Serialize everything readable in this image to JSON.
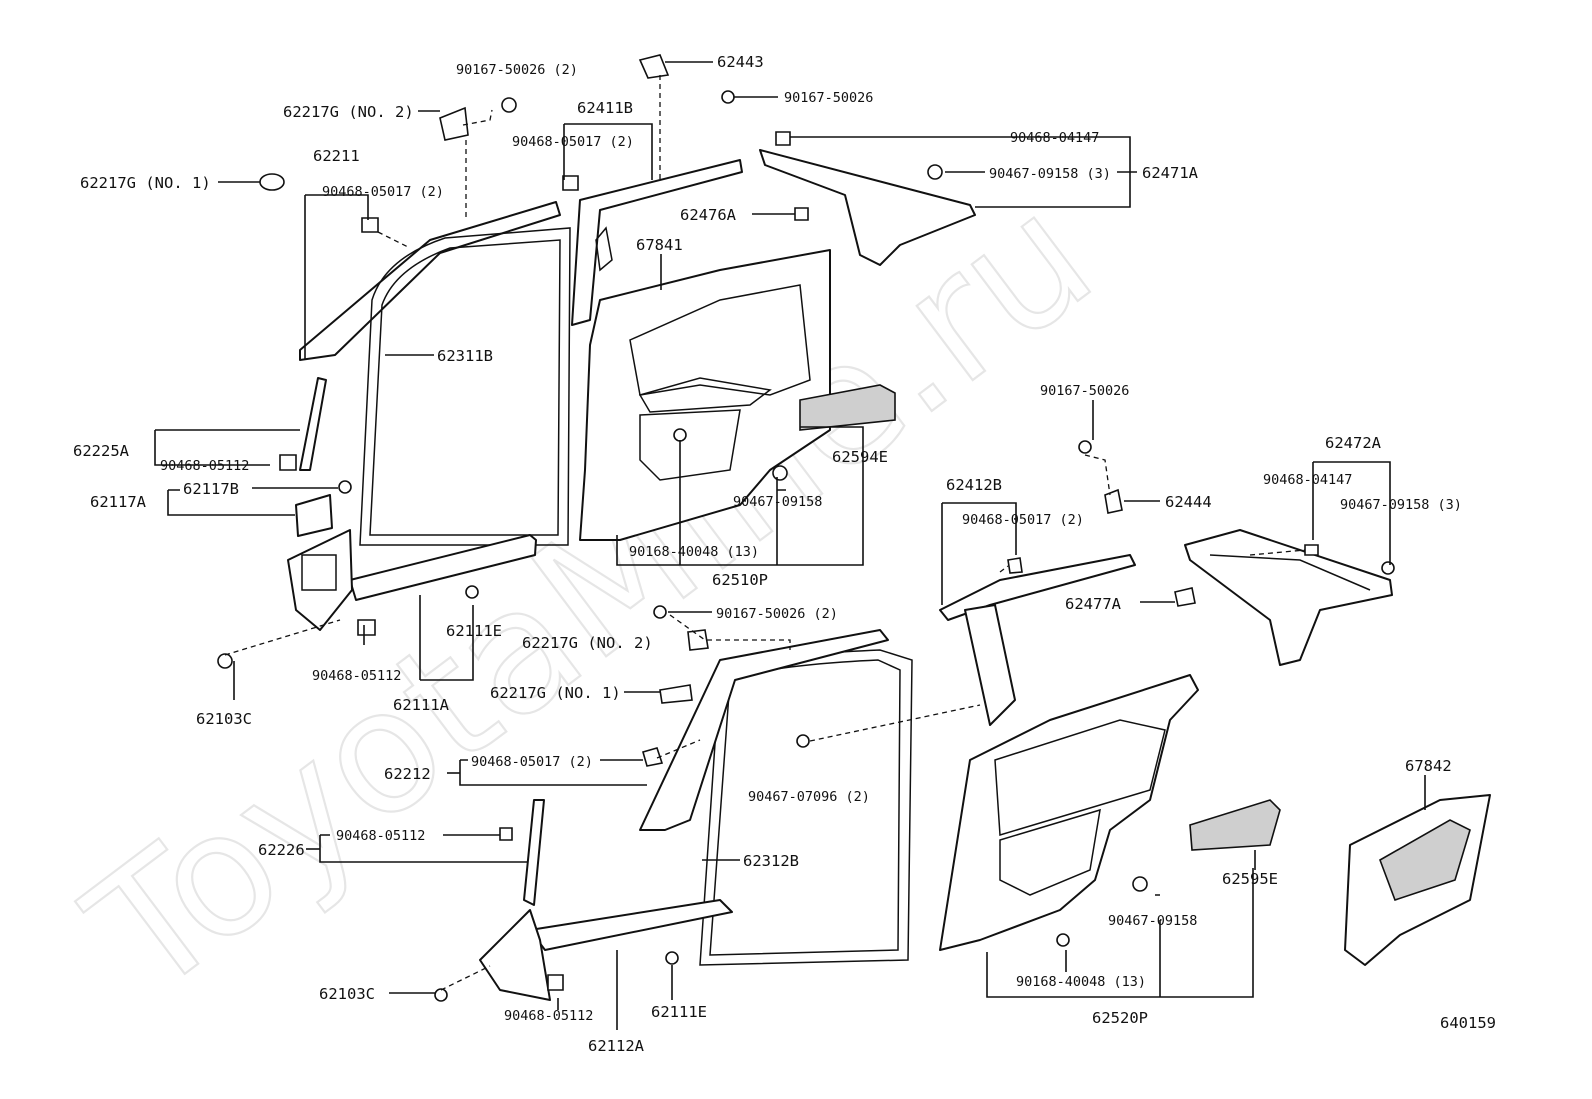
{
  "watermark": "ToyotaMine.ru",
  "figure_code": "640159",
  "labels": {
    "l62443": "62443",
    "l90167_50026_2_top": "90167-50026 (2)",
    "l90167_50026_top": "90167-50026",
    "l62217G_no2_top": "62217G (NO. 2)",
    "l62411B": "62411B",
    "l90468_05017_2_a": "90468-05017 (2)",
    "l90468_04147_a": "90468-04147",
    "l62211": "62211",
    "l62217G_no1_top": "62217G (NO. 1)",
    "l90468_05017_2_b": "90468-05017 (2)",
    "l90467_09158_3_a": "90467-09158 (3)",
    "l62471A": "62471A",
    "l62476A": "62476A",
    "l67841": "67841",
    "l62311B": "62311B",
    "l90167_50026_mid": "90167-50026",
    "l62225A": "62225A",
    "l90468_05112_a": "90468-05112",
    "l62594E": "62594E",
    "l62472A": "62472A",
    "l62117B": "62117B",
    "l62117A": "62117A",
    "l90467_09158_a": "90467-09158",
    "l62412B": "62412B",
    "l62444": "62444",
    "l90468_04147_b": "90468-04147",
    "l90467_09158_3_b": "90467-09158 (3)",
    "l90468_05017_2_c": "90468-05017 (2)",
    "l90168_40048_13_a": "90168-40048 (13)",
    "l62510P": "62510P",
    "l62477A": "62477A",
    "l90167_50026_2_mid": "90167-50026 (2)",
    "l62111E_a": "62111E",
    "l62217G_no2_mid": "62217G (NO. 2)",
    "l90468_05112_b": "90468-05112",
    "l62111A": "62111A",
    "l62217G_no1_mid": "62217G (NO. 1)",
    "l62103C_a": "62103C",
    "l90468_05017_2_d": "90468-05017 (2)",
    "l62212": "62212",
    "l90467_07096_2": "90467-07096 (2)",
    "l67842": "67842",
    "l90468_05112_c": "90468-05112",
    "l62226": "62226",
    "l62312B": "62312B",
    "l62595E": "62595E",
    "l90467_09158_b": "90467-09158",
    "l62103C_b": "62103C",
    "l90168_40048_13_b": "90168-40048 (13)",
    "l90468_05112_d": "90468-05112",
    "l62111E_b": "62111E",
    "l62520P": "62520P",
    "l62112A": "62112A"
  }
}
